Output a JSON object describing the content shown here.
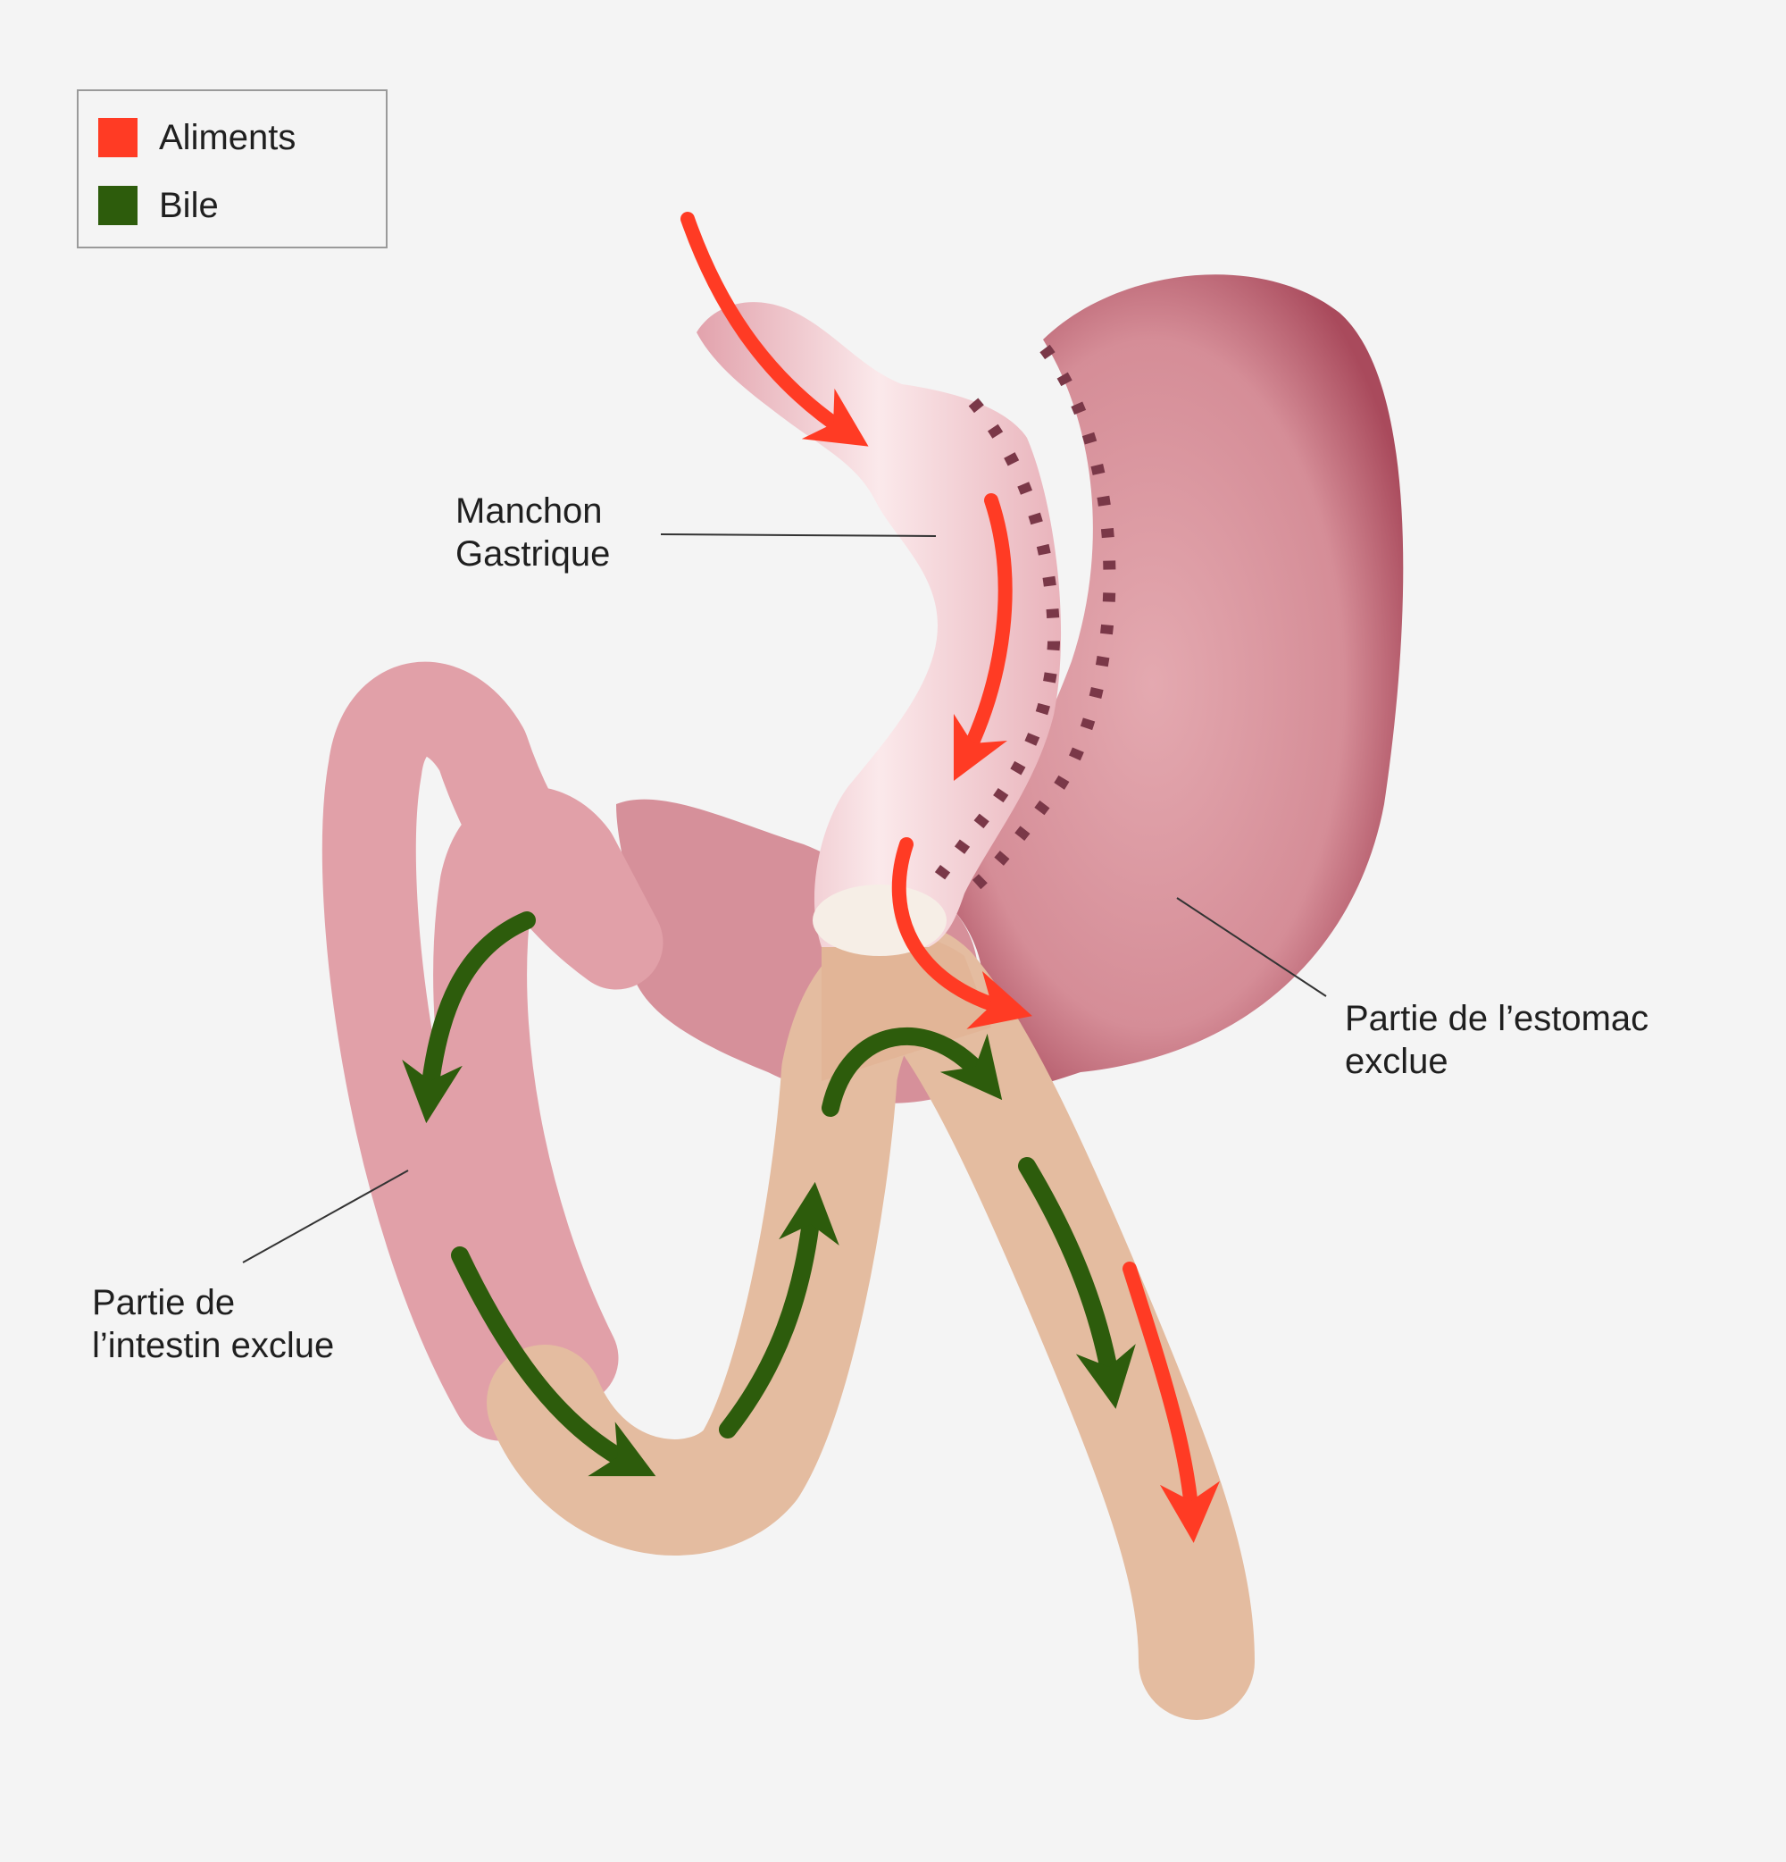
{
  "legend": {
    "items": [
      {
        "label": "Aliments",
        "color": "#ff3b24"
      },
      {
        "label": "Bile",
        "color": "#2d5c0c"
      }
    ]
  },
  "labels": {
    "sleeve": {
      "line1": "Manchon",
      "line2": "Gastrique"
    },
    "stomach": {
      "line1": "Partie de l’estomac",
      "line2": "exclue"
    },
    "intestine": {
      "line1": "Partie de",
      "line2": "l’intestin exclue"
    }
  },
  "colors": {
    "background": "#f4f4f4",
    "stomach": "#d9929b",
    "sleeve": "#f0c5cb",
    "intestine_pink": "#e3a3ab",
    "intestine_beige": "#e4bca0",
    "staples": "#7a3848",
    "food_arrow": "#ff3b24",
    "bile_arrow": "#2d5c0c"
  }
}
